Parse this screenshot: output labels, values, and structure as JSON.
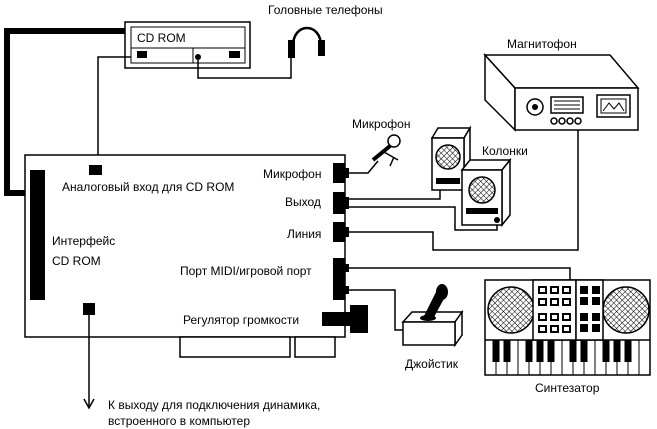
{
  "labels": {
    "cdrom_drive": "CD ROM",
    "headphones": "Головные телефоны",
    "tape_recorder": "Магнитофон",
    "microphone": "Микрофон",
    "speakers": "Колонки",
    "joystick": "Джойстик",
    "synthesizer": "Синтезатор"
  },
  "sound_card": {
    "analog_input": "Аналоговый вход для CD ROM",
    "interface_line1": "Интерфейс",
    "interface_line2": "CD ROM",
    "mic_port": "Микрофон",
    "out_port": "Выход",
    "line_port": "Линия",
    "midi_port": "Порт MIDI/игровой порт",
    "volume": "Регулятор громкости"
  },
  "speaker_output": {
    "line1": "К выходу для подключения динамика,",
    "line2": "встроенного в компьютер"
  },
  "colors": {
    "ink": "#000000",
    "paper": "#ffffff"
  }
}
